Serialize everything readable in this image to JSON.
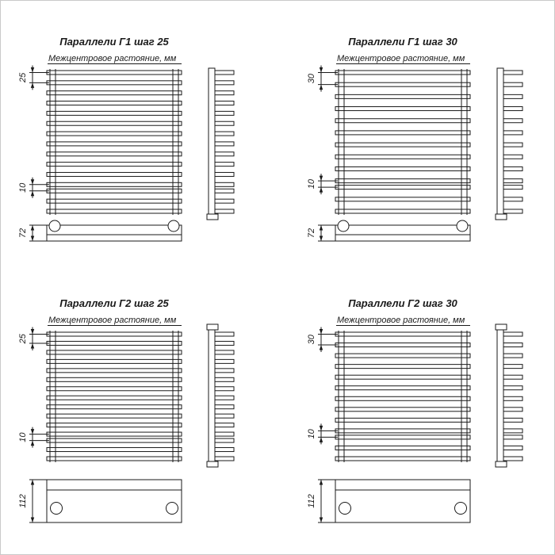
{
  "sheet": {
    "background": "#ffffff",
    "border_color": "#c9c9c9",
    "ink": "#1a1a1a"
  },
  "panels": [
    {
      "title": "Параллели Г1 шаг 25",
      "subtitle": "Межцентровое растояние, мм",
      "dim_pitch": "25",
      "dim_pair": "10",
      "dim_collector": "72",
      "rungs_before_pair": 12,
      "rungs_after_pair": 2,
      "front_height": 180,
      "collector": "low"
    },
    {
      "title": "Параллели Г1 шаг 30",
      "subtitle": "Межцентровое растояние, мм",
      "dim_pitch": "30",
      "dim_pair": "10",
      "dim_collector": "72",
      "rungs_before_pair": 10,
      "rungs_after_pair": 2,
      "front_height": 180,
      "collector": "low"
    },
    {
      "title": "Параллели Г2 шаг 25",
      "subtitle": "Межцентровое растояние, мм",
      "dim_pitch": "25",
      "dim_pair": "10",
      "dim_collector": "112",
      "rungs_before_pair": 12,
      "rungs_after_pair": 2,
      "front_height": 162,
      "collector": "high"
    },
    {
      "title": "Параллели Г2 шаг 30",
      "subtitle": "Межцентровое растояние, мм",
      "dim_pitch": "30",
      "dim_pair": "10",
      "dim_collector": "112",
      "rungs_before_pair": 10,
      "rungs_after_pair": 2,
      "front_height": 162,
      "collector": "high"
    }
  ]
}
